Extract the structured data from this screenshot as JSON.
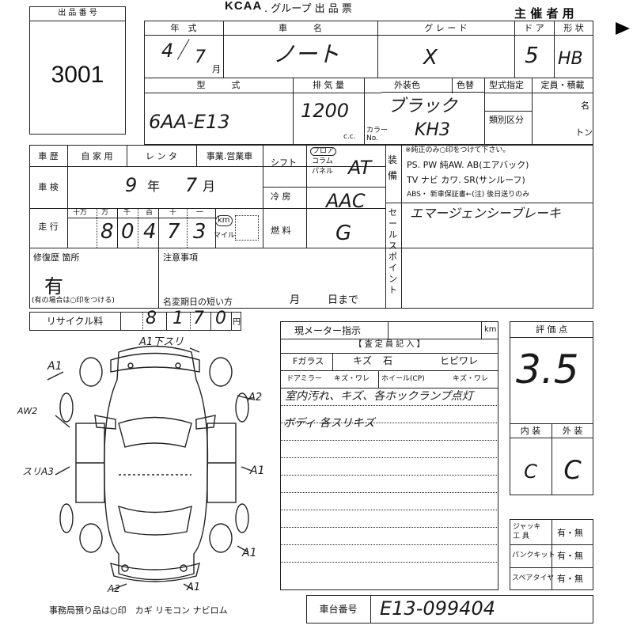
{
  "header": {
    "lot_label": "出 品 番 号",
    "lot_number": "3001",
    "logo": "KCAA",
    "title": ". グループ 出 品 票",
    "organizer": "主 催 者 用"
  },
  "row1": {
    "year_label": "年　式",
    "year_value": "4",
    "month_value": "7",
    "month_unit": "月",
    "car_label": "車　　　名",
    "car_value": "ノート",
    "grade_label": "グ レ ー ド",
    "grade_value": "X",
    "door_label": "ド ア",
    "door_value": "5",
    "shape_label": "形 状",
    "shape_value": "HB"
  },
  "row2": {
    "model_label": "型　　　式",
    "model_value": "6AA-E13",
    "displacement_label": "排 気 量",
    "displacement_value": "1200",
    "cc_unit": "c.c.",
    "color_label": "外装色",
    "color_change_label": "色替",
    "color_value": "ブラック",
    "color_no_label": "カラー No.",
    "color_no_value": "KH3",
    "type_designation_label": "型式指定",
    "class_label": "類別区分",
    "capacity_label": "定員・積載",
    "persons_unit": "名",
    "tons_unit": "トン"
  },
  "history": {
    "history_label": "車 歴",
    "private_label": "自 家 用",
    "rental_label": "レ ン タ",
    "business_label": "事業.営業車",
    "inspection_label": "車 検",
    "inspection_year": "9",
    "inspection_year_unit": "年",
    "inspection_month": "7",
    "inspection_month_unit": "月",
    "mileage_label": "走 行",
    "digit_labels": [
      "十万",
      "万",
      "千",
      "百",
      "十",
      "一"
    ],
    "mileage_digits": [
      "8",
      "0",
      "4",
      "7",
      "3"
    ],
    "km_label": "km",
    "mile_label": "マイル"
  },
  "equipment": {
    "shift_label": "シフト",
    "shift_options": [
      "フロア",
      "コラム",
      "パネル"
    ],
    "shift_value": "AT",
    "ac_label": "冷 房",
    "ac_value": "AAC",
    "fuel_label": "燃 料",
    "fuel_value": "G",
    "equip_label": "装備",
    "equip_note": "※純正のみ○印をつけて下さい。",
    "equip_line1": "PS.  PW  純AW.  AB(エアバック)",
    "equip_line2": "TV  ナビ  カワ.  SR(サンルーフ)",
    "equip_line3": "ABS・  新車保証書←(注) 後日送りのみ",
    "sales_point_label": "セールスポイント",
    "sales_point_value": "エマージェンシーブレーキ"
  },
  "repair": {
    "repair_label": "修復歴 箇所",
    "repair_value": "有",
    "repair_note": "(有の場合は○印をつける)",
    "notes_label": "注意事項",
    "name_change_label": "名変期日の短い方",
    "month_label": "月",
    "day_label": "日まで"
  },
  "recycle": {
    "label": "リサイクル料",
    "digits": [
      "8",
      "1",
      "7",
      "0"
    ],
    "yen": "円"
  },
  "diagram": {
    "marks": [
      "A1下スリ",
      "A1",
      "A2",
      "AW2",
      "スリA3",
      "A1",
      "A1",
      "A2",
      "A1"
    ]
  },
  "inspector": {
    "meter_label": "現メーター指示",
    "meter_unit": "km",
    "inspector_title": "【 査 定 員 記 入 】",
    "windshield_label": "Fガラス",
    "windshield_items": [
      "キズ",
      "石",
      "ヒビワレ"
    ],
    "mirror_label": "ドアミラー",
    "mirror_items": "キズ・ワレ",
    "wheel_label": "ホイール(CP)",
    "wheel_items": "キズ・ワレ",
    "comment_line1": "室内汚れ、キズ、各ホックランプ点灯",
    "comment_line2": "ボディ 各スリキズ"
  },
  "score": {
    "label": "評 価 点",
    "value": "3.5",
    "interior_label": "内 装",
    "exterior_label": "外 装",
    "interior_value": "C",
    "exterior_value": "C"
  },
  "tools": {
    "rows": [
      {
        "label": "ジャッキ 工 具",
        "value": "有・無"
      },
      {
        "label": "パンクキット",
        "value": "有・無"
      },
      {
        "label": "スペアタイヤ",
        "value": "有・無"
      }
    ]
  },
  "footer": {
    "keys_note": "事務局預り品は○印　カギ リモコン ナビロム",
    "chassis_label": "車台番号",
    "chassis_value": "E13-099404"
  }
}
